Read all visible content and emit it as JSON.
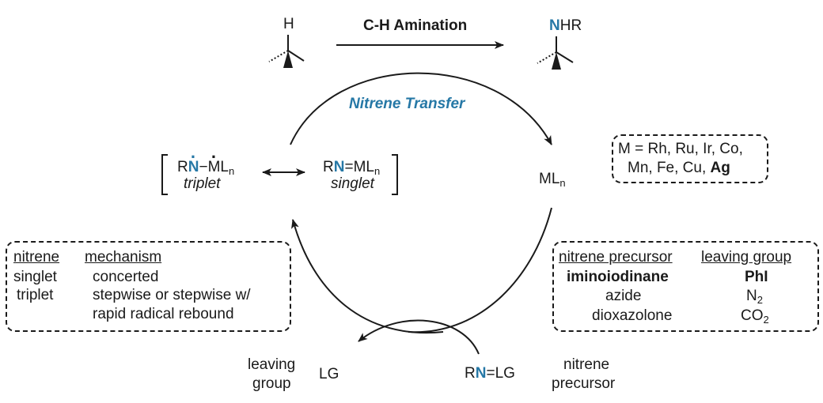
{
  "top": {
    "reaction_label": "C-H Amination",
    "substrate_h": "H",
    "product_n": "N",
    "product_hr": "HR"
  },
  "cycle": {
    "title": "Nitrene Transfer",
    "catalyst_m": "ML",
    "catalyst_sub": "n",
    "leaving_group": "LG",
    "leaving_group_caption_1": "leaving",
    "leaving_group_caption_2": "group",
    "precursor_r": "R",
    "precursor_n": "N",
    "precursor_lg": "=LG",
    "precursor_caption_1": "nitrene",
    "precursor_caption_2": "precursor"
  },
  "intermediate": {
    "triplet_r": "R",
    "triplet_n": "N",
    "triplet_dash": "−",
    "triplet_m": "M",
    "triplet_l": "L",
    "triplet_sub": "n",
    "triplet_caption": "triplet",
    "singlet_r": "R",
    "singlet_n": "N",
    "singlet_rest": "=ML",
    "singlet_sub": "n",
    "singlet_caption": "singlet"
  },
  "metals_box": {
    "line1": "M = Rh, Ru, Ir, Co,",
    "line2_prefix": "Mn, Fe, Cu, ",
    "line2_bold": "Ag"
  },
  "mechanism_table": {
    "headers": [
      "nitrene",
      "mechanism"
    ],
    "rows": [
      [
        "singlet",
        "concerted"
      ],
      [
        "triplet",
        "stepwise or stepwise w/"
      ],
      [
        "",
        "rapid radical rebound"
      ]
    ]
  },
  "precursor_table": {
    "headers": [
      "nitrene precursor",
      "leaving group"
    ],
    "row1": [
      "iminoiodinane",
      "PhI"
    ],
    "row2": [
      "azide",
      "N",
      "2"
    ],
    "row3": [
      "dioxazolone",
      "CO",
      "2"
    ]
  }
}
